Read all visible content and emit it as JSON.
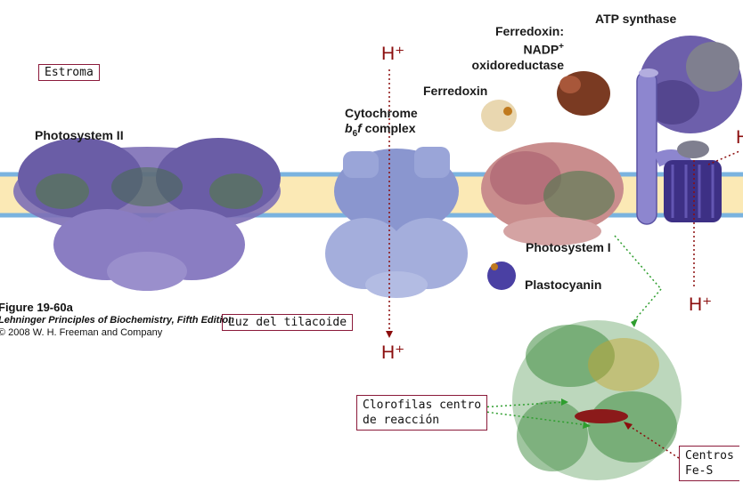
{
  "labels": {
    "estroma": "Estroma",
    "photosystem_ii": "Photosystem II",
    "cytochrome_line1": "Cytochrome",
    "cytochrome_b": "b",
    "cytochrome_sub": "6",
    "cytochrome_f": "f",
    "cytochrome_rest": " complex",
    "ferredoxin": "Ferredoxin",
    "fnr_line1": "Ferredoxin:",
    "fnr_line2": "NADP",
    "fnr_sup": "+",
    "fnr_line3": "oxidoreductase",
    "atp_synthase": "ATP synthase",
    "photosystem_i": "Photosystem I",
    "plastocyanin": "Plastocyanin",
    "luz_tilacoide": "Luz del tilacoide",
    "clorofilas_line1": "Clorofilas centro",
    "clorofilas_line2": "de reacción",
    "centros_line1": "Centros",
    "centros_line2": "Fe-S",
    "h_plus": "H⁺"
  },
  "caption": {
    "figure": "Figure 19-60a",
    "book": "Lehninger Principles of Biochemistry, Fifth Edition",
    "copyright": "© 2008 W. H. Freeman and Company"
  },
  "colors": {
    "membrane_fill": "#fbe9b5",
    "membrane_line": "#7ab3df",
    "psii": "#7d6fb6",
    "cytochrome": "#8a96cf",
    "psi": "#c98d8d",
    "atp_synthase": "#5a4aa0",
    "proton_red": "#8b0d0d",
    "pointer_green": "#2e9e2e",
    "chlorophyll": "#3f8c3f"
  }
}
